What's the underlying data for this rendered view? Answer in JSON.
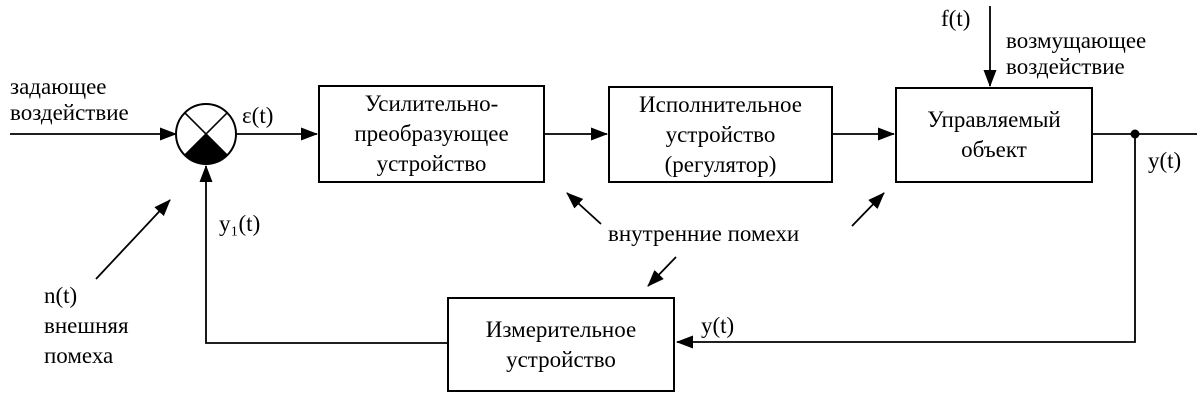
{
  "diagram": {
    "title": "control-system-feedback-block-diagram",
    "colors": {
      "line": "#000000",
      "background": "#ffffff",
      "text": "#000000"
    },
    "blocks": {
      "amplifier": {
        "label": "Усилительно-\nпреобразующее\nустройство"
      },
      "actuator": {
        "label": "Исполнительное\nустройство\n(регулятор)"
      },
      "plant": {
        "label": "Управляемый\nобъект"
      },
      "sensor": {
        "label": "Измерительное\nустройство"
      }
    },
    "labels": {
      "reference": "задающее\nвоздействие",
      "error_signal": "ε(t)",
      "feedback_signal": "y₁(t)",
      "external_noise": "n(t)\nвнешняя\nпомеха",
      "disturbance_symbol": "f(t)",
      "disturbance": "возмущающее\nвоздействие",
      "output_signal": "y(t)",
      "internal_noise": "внутренние помехи",
      "measured_signal": "y(t)"
    }
  }
}
